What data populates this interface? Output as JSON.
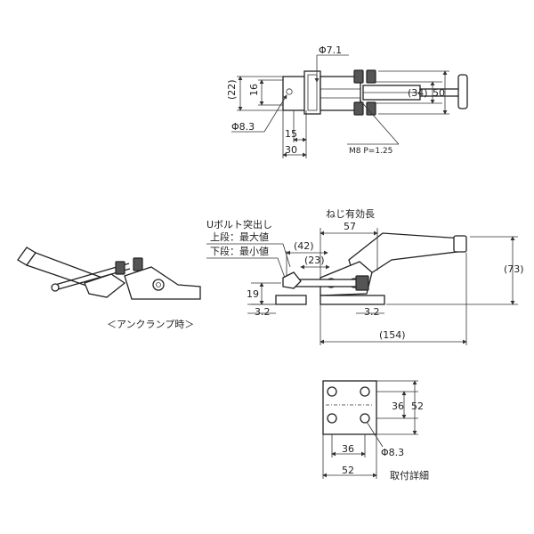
{
  "top_view": {
    "dim_phi71": "Φ7.1",
    "dim_22": "(22)",
    "dim_16": "16",
    "dim_phi83": "Φ8.3",
    "dim_15": "15",
    "dim_30": "30",
    "dim_34": "(34)",
    "dim_50": "50",
    "thread": "M8 P=1.25"
  },
  "side_view": {
    "note_title": "Uボルト突出し",
    "note_upper": "上段：最大値",
    "note_lower": "下段：最小値",
    "thread_length_label": "ねじ有効長",
    "dim_57": "57",
    "dim_42": "(42)",
    "dim_23": "(23)",
    "dim_19": "19",
    "dim_32_left": "3.2",
    "dim_32_right": "3.2",
    "dim_154": "(154)",
    "dim_73": "(73)"
  },
  "unclamp_view": {
    "caption": "＜アンクランプ時＞"
  },
  "base_view": {
    "dim_36_v": "36",
    "dim_52_v": "52",
    "dim_36_h": "36",
    "dim_52_h": "52",
    "dim_phi83": "Φ8.3",
    "caption": "取付詳細"
  }
}
